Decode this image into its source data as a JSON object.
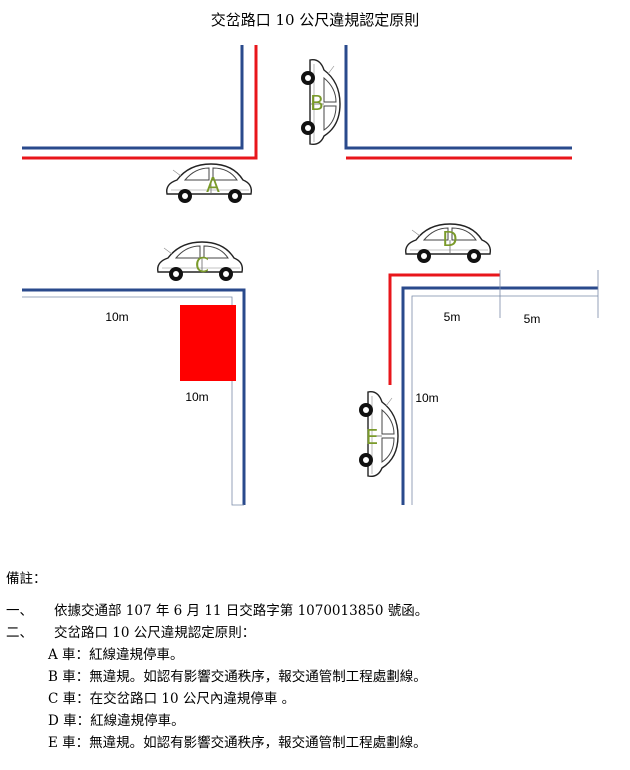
{
  "title": "交岔路口 10 公尺違規認定原則",
  "cars": [
    {
      "id": "car-a",
      "label": "A"
    },
    {
      "id": "car-b",
      "label": "B"
    },
    {
      "id": "car-c",
      "label": "C"
    },
    {
      "id": "car-d",
      "label": "D"
    },
    {
      "id": "car-e",
      "label": "E"
    }
  ],
  "dimensions": {
    "left_10m_horizontal": "10m",
    "left_10m_vertical": "10m",
    "right_5m_first": "5m",
    "right_5m_second": "5m",
    "right_10m_vertical": "10m"
  },
  "colors": {
    "red_line": "#e8161b",
    "blue_line": "#2a4a8c",
    "no_parking_zone": "#ff0000"
  },
  "notes": {
    "heading": "備註：",
    "item1_marker": "一、",
    "item1_text": "依據交通部 107 年 6 月 11 日交路字第 1070013850 號函。",
    "item2_marker": "二、",
    "item2_text": "交岔路口 10 公尺違規認定原則：",
    "rules": [
      "A 車：紅線違規停車。",
      "B 車：無違規。如認有影響交通秩序，報交通管制工程處劃線。",
      "C 車：在交岔路口 10 公尺內違規停車 。",
      "D 車：紅線違規停車。",
      "E 車：無違規。如認有影響交通秩序，報交通管制工程處劃線。"
    ]
  }
}
